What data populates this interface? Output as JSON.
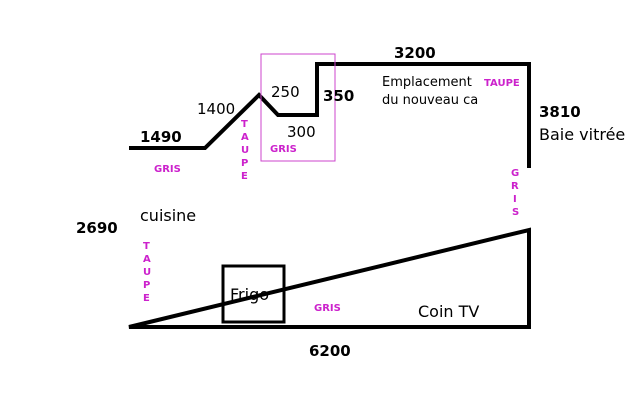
{
  "colors": {
    "wall": "#000000",
    "highlight": "#cc44cc",
    "label_magenta": "#cc22cc",
    "background": "#ffffff"
  },
  "dimensions": {
    "top": "3200",
    "left_top": "1490",
    "diagonal": "1400",
    "notch_width": "250",
    "notch_depth": "350",
    "notch_inner": "300",
    "right": "3810",
    "left": "2690",
    "bottom": "6200"
  },
  "rooms": {
    "cuisine": "cuisine",
    "frigo": "Frigo",
    "coin_tv": "Coin TV",
    "baie_vitree": "Baie vitrée"
  },
  "note": {
    "line1": "Emplacement",
    "line1_colored": "TAUPE",
    "line2": "du nouveau ca"
  },
  "wall_labels": {
    "gris_top_left": "GRIS",
    "gris_notch": "GRIS",
    "gris_right": [
      "G",
      "R",
      "I",
      "S"
    ],
    "gris_bottom": "GRIS",
    "taupe_diagonal": [
      "T",
      "A",
      "U",
      "P",
      "E"
    ],
    "taupe_left": [
      "T",
      "A",
      "U",
      "P",
      "E"
    ]
  }
}
